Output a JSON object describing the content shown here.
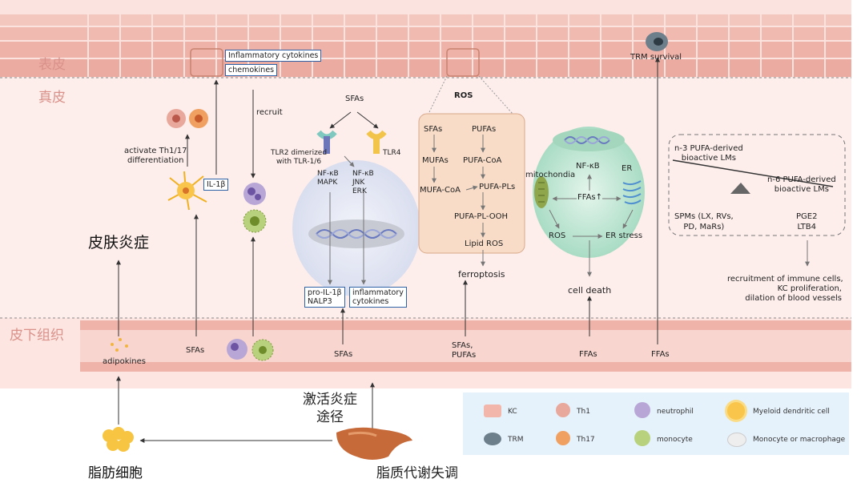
{
  "layers": {
    "epidermis": "表皮",
    "dermis": "真皮",
    "subcutis": "皮下组织"
  },
  "epidermis": {
    "box_cytokines": "Inflammatory cytokines",
    "box_chemokines": "chemokines",
    "trm_survival": "TRM survival"
  },
  "left": {
    "il1b": "IL-1β",
    "activate_line1": "activate Th1/17",
    "activate_line2": "differentiation",
    "recruit": "recruit",
    "skin_inflammation": "皮肤炎症",
    "adipokines": "adipokines",
    "sfas_left": "SFAs"
  },
  "tlr": {
    "sfas_top": "SFAs",
    "tlr2_line1": "TLR2 dimerized",
    "tlr2_line2": "with TLR-1/6",
    "tlr4": "TLR4",
    "path1_l1": "NF-κB",
    "path1_l2": "MAPK",
    "path2_l1": "NF-κB",
    "path2_l2": "JNK",
    "path2_l3": "ERK",
    "out1_l1": "pro-IL-1β",
    "out1_l2": "NALP3",
    "out2_l1": "inflammatory",
    "out2_l2": "cytokines",
    "sfas_bottom": "SFAs"
  },
  "ferroptosis": {
    "ros": "ROS",
    "sfas": "SFAs",
    "mufas": "MUFAs",
    "mufa_coa": "MUFA-CoA",
    "pufas": "PUFAs",
    "pufa_coa": "PUFA-CoA",
    "pufa_pls": "PUFA-PLs",
    "pufa_pl_ooh": "PUFA-PL-OOH",
    "lipid_ros": "Lipid ROS",
    "ferroptosis": "ferroptosis",
    "bottom_l1": "SFAs,",
    "bottom_l2": "PUFAs"
  },
  "cell": {
    "nfkb": "NF-κB",
    "mitochondia": "mitochondia",
    "er": "ER",
    "ffas_up": "FFAs↑",
    "ros": "ROS",
    "er_stress": "ER stress",
    "cell_death": "cell death",
    "ffas_bottom": "FFAs"
  },
  "lm": {
    "n3_l1": "n-3 PUFA-derived",
    "n3_l2": "bioactive LMs",
    "n6_l1": "n-6 PUFA-derived",
    "n6_l2": "bioactive LMs",
    "spms_l1": "SPMs (LX, RVs,",
    "spms_l2": "PD,  MaRs)",
    "pge2": "PGE2",
    "ltb4": "LTB4",
    "out_l1": "recruitment of immune cells,",
    "out_l2": "KC proliferation,",
    "out_l3": "dilation of blood vessels",
    "ffas_bottom": "FFAs"
  },
  "bottom": {
    "activate_l1": "激活炎症",
    "activate_l2": "途径",
    "adipocyte": "脂肪细胞",
    "lipid_disorder": "脂质代谢失调"
  },
  "legend": {
    "kc": "KC",
    "th1": "Th1",
    "neutrophil": "neutrophil",
    "myeloid_dc": "Myeloid dendritic cell",
    "trm": "TRM",
    "th17": "Th17",
    "monocyte": "monocyte",
    "mono_macro": "Monocyte or macrophage"
  },
  "colors": {
    "layer_label": "#d9918a",
    "box_border": "#2e63a8",
    "epidermis_cells": "#f0b0a6",
    "dermis_bg": "#fde7e4",
    "tlr_cell": "#e7eaf6",
    "ferro_box": "#f7d9c3",
    "er_cell": "#bfe6d5",
    "legend_bg": "#e6f2fb"
  }
}
